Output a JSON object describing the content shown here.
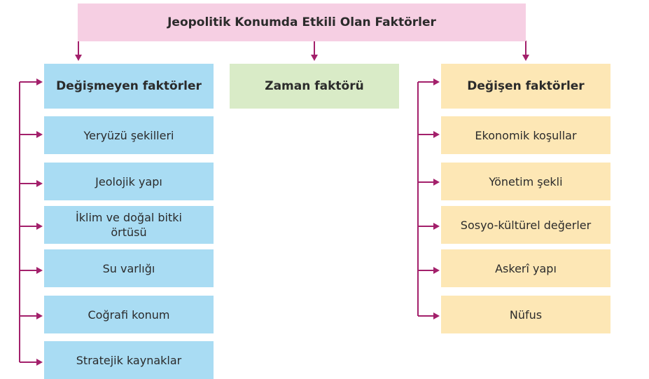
{
  "title": "Jeopolitik Konumda Etkili Olan Faktörler",
  "colors": {
    "title_bg": "#f6cfe3",
    "unchanging_bg": "#a9dcf3",
    "time_bg": "#d9ebc7",
    "changing_bg": "#fde7b5",
    "connector": "#a3206b"
  },
  "unchanging": {
    "header": "Değişmeyen faktörler",
    "items": [
      "Yeryüzü şekilleri",
      "Jeolojik yapı",
      "İklim ve doğal bitki örtüsü",
      "Su varlığı",
      "Coğrafi konum",
      "Stratejik kaynaklar"
    ]
  },
  "time": {
    "header": "Zaman faktörü"
  },
  "changing": {
    "header": "Değişen faktörler",
    "items": [
      "Ekonomik koşullar",
      "Yönetim şekli",
      "Sosyo-kültürel değerler",
      "Askerî yapı",
      "Nüfus"
    ]
  }
}
